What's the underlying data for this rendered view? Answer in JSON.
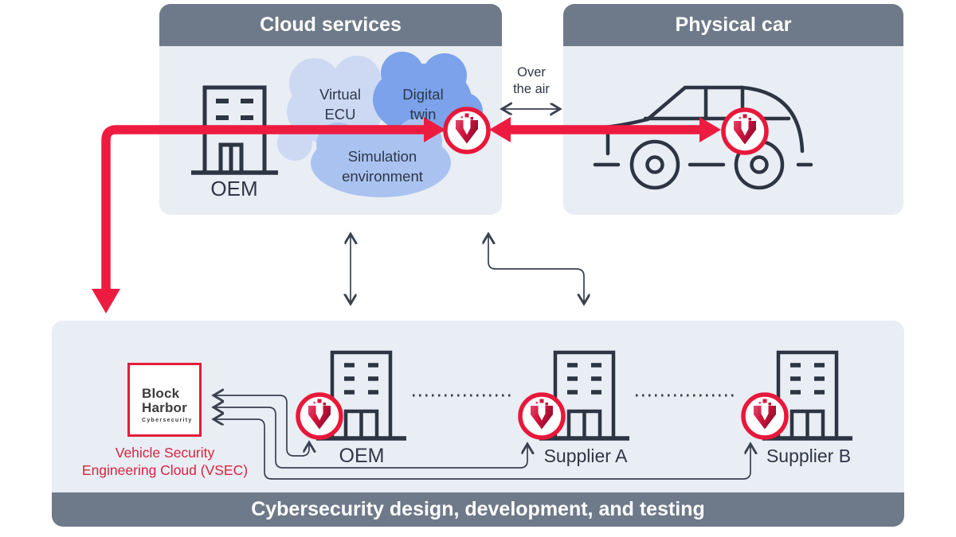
{
  "diagram": {
    "cloud_panel": {
      "title": "Cloud services",
      "oem_label": "OEM",
      "clouds": {
        "virtual": "Virtual ECU",
        "digital": "Digital twin",
        "simulation": "Simulation environment"
      }
    },
    "car_panel": {
      "title": "Physical car"
    },
    "over_the_air_label": "Over the air",
    "vsec_panel": {
      "bar_title": "Cybersecurity design, development, and testing",
      "block_harbor_logo": {
        "line1": "Block",
        "line2": "Harbor",
        "tagline": "Cybersecurity"
      },
      "vsec_label_line1": "Vehicle Security",
      "vsec_label_line2": "Engineering Cloud (VSEC)",
      "oem_label": "OEM",
      "supplier_a_label": "Supplier A",
      "supplier_b_label": "Supplier B"
    },
    "colors": {
      "accent_red": "#ee1b40",
      "vsec_text_red": "#d8233f",
      "header_gray": "#6e7a89",
      "panel_bg": "#e9edf4",
      "line_dark": "#39414f",
      "cloud_light": "#cdd9f3",
      "cloud_medium": "#a9c2f0",
      "cloud_dark": "#7ba2ea"
    }
  }
}
